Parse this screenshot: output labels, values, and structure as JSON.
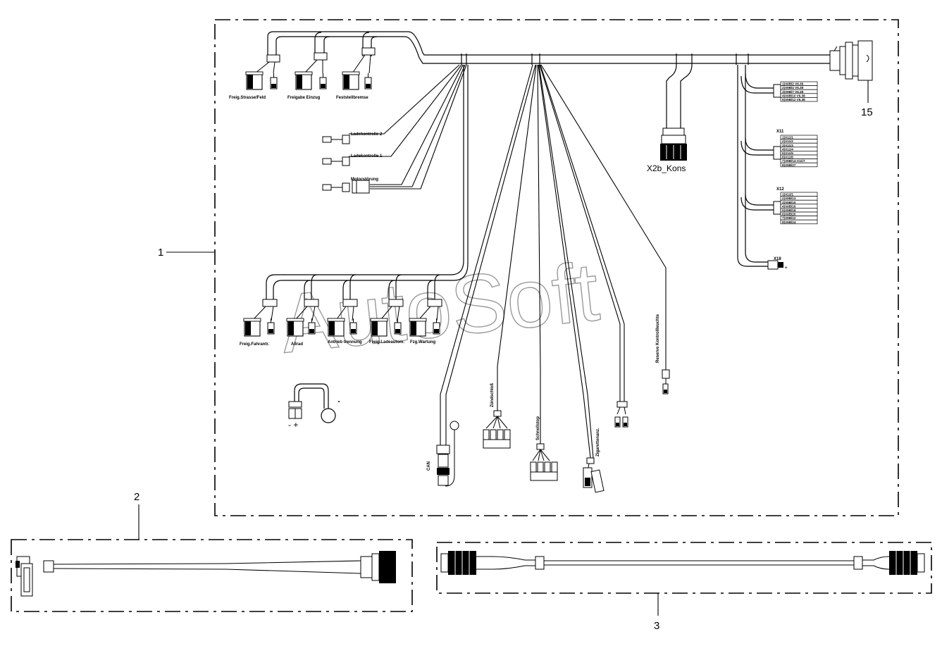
{
  "callouts": [
    "1",
    "2",
    "3",
    "15"
  ],
  "connector_x2b": "X2b_Kons",
  "top_switches": [
    "Freig.Strasse/Feld",
    "Freigabe Einzug",
    "Feststellbremse"
  ],
  "side_plugs": [
    "Ladekontrolle 2",
    "Ladekontrolle 1",
    "Motorstörung"
  ],
  "bottom_switches": [
    "Freig.Fahrantr.",
    "Allrad",
    "Antrieb trennung",
    "Freig.Ladeautom.",
    "Fzg.Wartung"
  ],
  "vertical_labels": {
    "can": "CAN",
    "zuendschloss": "Zündschloß",
    "schnellstop": "Schnellstop",
    "zigarette": "Zigarettenanz.",
    "reserve": "Reserve Kontrollleuchte"
  },
  "terminal_blocks": [
    {
      "title": "",
      "rows": [
        "1)X9B/2 V6.36",
        "2)X9B/4 V6.38",
        "3)X9B/7 V6.38",
        "4)X9B/10 V6.38",
        "5)X9B/12 V6.38"
      ]
    },
    {
      "title": "X11",
      "rows": [
        "1)X11/1",
        "2)X11/2",
        "3)X11/3",
        "4)X11/4",
        "5)X11/5",
        "6)X11/6",
        "7)X9B/14-X11/7",
        "8)X9B/27"
      ]
    },
    {
      "title": "X12",
      "rows": [
        "1)X12/1",
        "2)X9B/13",
        "3)X9B/15",
        "4)X9B/16",
        "5)X9B/18",
        "6)X9B/20",
        "7)X9B/22",
        "8)X9B/24"
      ]
    }
  ],
  "x18_label": "X18",
  "plus_minus": "- +",
  "watermark": "AutoSoft"
}
